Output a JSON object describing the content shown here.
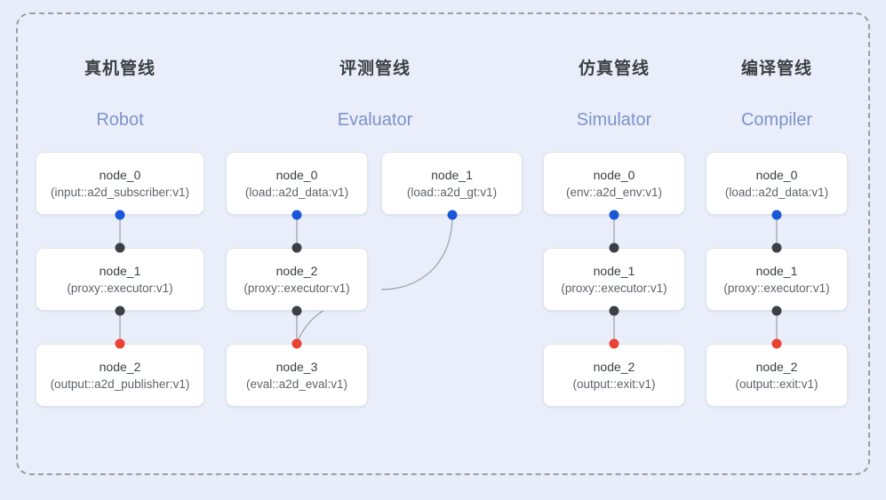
{
  "frame": {
    "style": "dashed-rounded-container",
    "border_color": "#9aa0a6",
    "background": "#e9eefa"
  },
  "palette": {
    "background": "#e8edf9",
    "panel": "#e9eefa",
    "node_fill": "#ffffff",
    "node_border": "#e2e5ea",
    "title_color": "#3c4043",
    "subtitle_color": "#7f93cb",
    "port_source": "#1a56d6",
    "port_link": "#3c4043",
    "port_terminal": "#ea4335",
    "edge_color": "#9aa0a6"
  },
  "columns": [
    {
      "id": "robot",
      "title": "真机管线",
      "subtitle": "Robot",
      "nodes": [
        {
          "name": "node_0",
          "type": "(input::a2d_subscriber:v1)"
        },
        {
          "name": "node_1",
          "type": "(proxy::executor:v1)"
        },
        {
          "name": "node_2",
          "type": "(output::a2d_publisher:v1)"
        }
      ]
    },
    {
      "id": "evaluator",
      "title": "评测管线",
      "subtitle": "Evaluator",
      "nodes": [
        {
          "name": "node_0",
          "type": "(load::a2d_data:v1)"
        },
        {
          "name": "node_1",
          "type": "(load::a2d_gt:v1)"
        },
        {
          "name": "node_2",
          "type": "(proxy::executor:v1)"
        },
        {
          "name": "node_3",
          "type": "(eval::a2d_eval:v1)"
        }
      ]
    },
    {
      "id": "simulator",
      "title": "仿真管线",
      "subtitle": "Simulator",
      "nodes": [
        {
          "name": "node_0",
          "type": "(env::a2d_env:v1)"
        },
        {
          "name": "node_1",
          "type": "(proxy::executor:v1)"
        },
        {
          "name": "node_2",
          "type": "(output::exit:v1)"
        }
      ]
    },
    {
      "id": "compiler",
      "title": "编译管线",
      "subtitle": "Compiler",
      "nodes": [
        {
          "name": "node_0",
          "type": "(load::a2d_data:v1)"
        },
        {
          "name": "node_1",
          "type": "(proxy::executor:v1)"
        },
        {
          "name": "node_2",
          "type": "(output::exit:v1)"
        }
      ]
    }
  ]
}
